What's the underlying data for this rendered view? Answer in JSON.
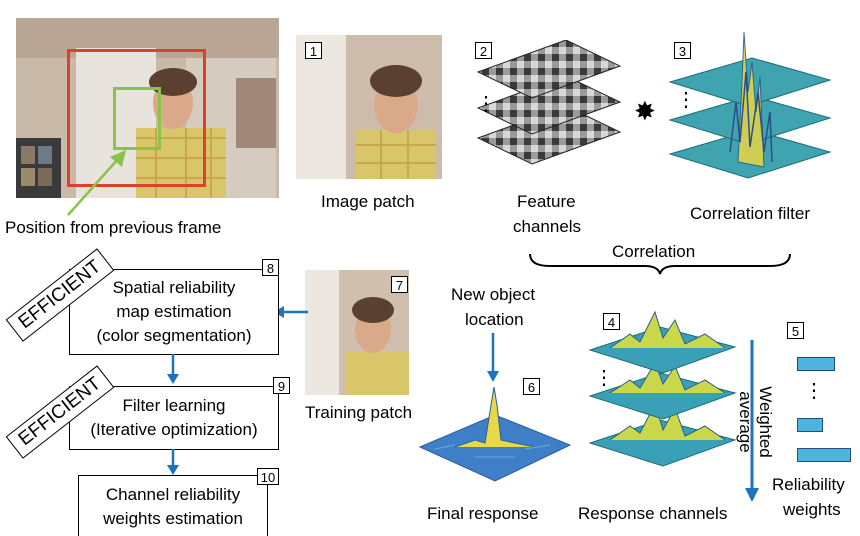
{
  "labels": {
    "position_prev": "Position from previous frame",
    "image_patch": "Image patch",
    "feature_channels_1": "Feature",
    "feature_channels_2": "channels",
    "correlation_filter": "Correlation filter",
    "correlation": "Correlation",
    "new_object_1": "New object",
    "new_object_2": "location",
    "training_patch": "Training patch",
    "final_response": "Final response",
    "response_channels": "Response channels",
    "reliability_1": "Reliability",
    "reliability_2": "weights",
    "weighted_1": "Weighted",
    "weighted_2": "average",
    "ellipsis": "⋮",
    "star": "✸"
  },
  "steps": [
    {
      "id": "1"
    },
    {
      "id": "2"
    },
    {
      "id": "3"
    },
    {
      "id": "4"
    },
    {
      "id": "5"
    },
    {
      "id": "6"
    },
    {
      "id": "7"
    },
    {
      "id": "8"
    },
    {
      "id": "9"
    },
    {
      "id": "10"
    }
  ],
  "boxes": {
    "spatial_1": "Spatial reliability",
    "spatial_2": "map estimation",
    "spatial_3": "(color segmentation)",
    "filter_1": "Filter learning",
    "filter_2": "(Iterative optimization)",
    "channel_1": "Channel reliability",
    "channel_2": "weights estimation"
  },
  "stamps": {
    "efficient": "EFFICIENT"
  },
  "colors": {
    "search_box": "#d9432c",
    "target_box": "#8bc34a",
    "arrow_blue": "#1e73be",
    "bar_fill": "#4fb3e0",
    "layer_teal": "#3fa3b0"
  }
}
